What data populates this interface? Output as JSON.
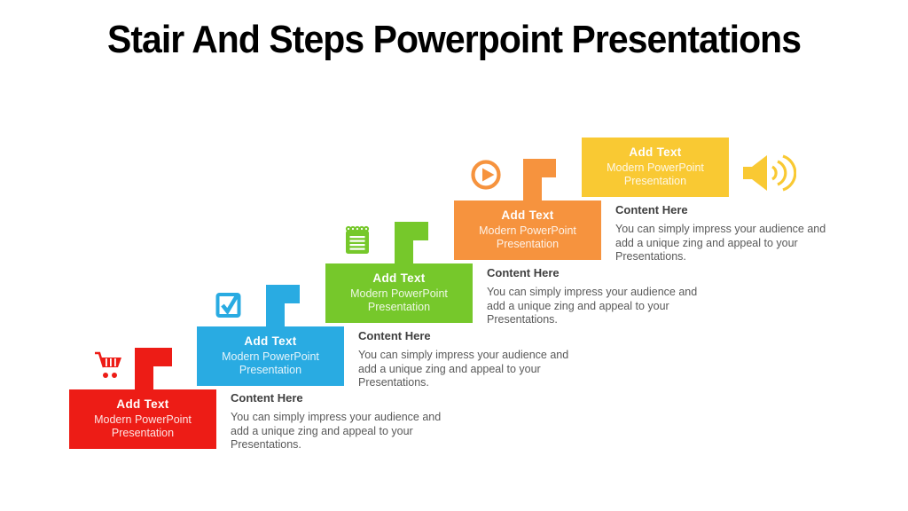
{
  "slide": {
    "title": "Stair And Steps Powerpoint Presentations",
    "background_color": "#FFFFFF",
    "text_colors": {
      "title": "#000000",
      "content_heading": "#3F3F3F",
      "content_body": "#595959",
      "box_text": "#FFFFFF"
    }
  },
  "steps": [
    {
      "name": "step-1",
      "color": "#ED1C16",
      "icon": "shopping-cart-icon",
      "box": {
        "heading": "Add Text",
        "subtitle_line1": "Modern PowerPoint",
        "subtitle_line2": "Presentation"
      },
      "content": {
        "heading": "Content Here",
        "body": "You can simply impress your audience and add a unique zing and appeal to your Presentations."
      }
    },
    {
      "name": "step-2",
      "color": "#29ABE2",
      "icon": "checkbox-icon",
      "box": {
        "heading": "Add Text",
        "subtitle_line1": "Modern PowerPoint",
        "subtitle_line2": "Presentation"
      },
      "content": {
        "heading": "Content Here",
        "body": "You can simply impress your audience and add a unique zing and appeal to your Presentations."
      }
    },
    {
      "name": "step-3",
      "color": "#76C82B",
      "icon": "notepad-icon",
      "box": {
        "heading": "Add Text",
        "subtitle_line1": "Modern PowerPoint",
        "subtitle_line2": "Presentation"
      },
      "content": {
        "heading": "Content Here",
        "body": "You can simply impress your audience and add a unique zing and appeal to your Presentations."
      }
    },
    {
      "name": "step-4",
      "color": "#F6933E",
      "icon": "play-icon",
      "box": {
        "heading": "Add Text",
        "subtitle_line1": "Modern PowerPoint",
        "subtitle_line2": "Presentation"
      },
      "content": {
        "heading": "Content Here",
        "body": "You can simply impress your audience and add a unique zing and appeal to your Presentations."
      }
    },
    {
      "name": "step-5",
      "color": "#F9C933",
      "icon": "speaker-icon",
      "box": {
        "heading": "Add Text",
        "subtitle_line1": "Modern PowerPoint",
        "subtitle_line2": "Presentation"
      },
      "content": null
    }
  ]
}
